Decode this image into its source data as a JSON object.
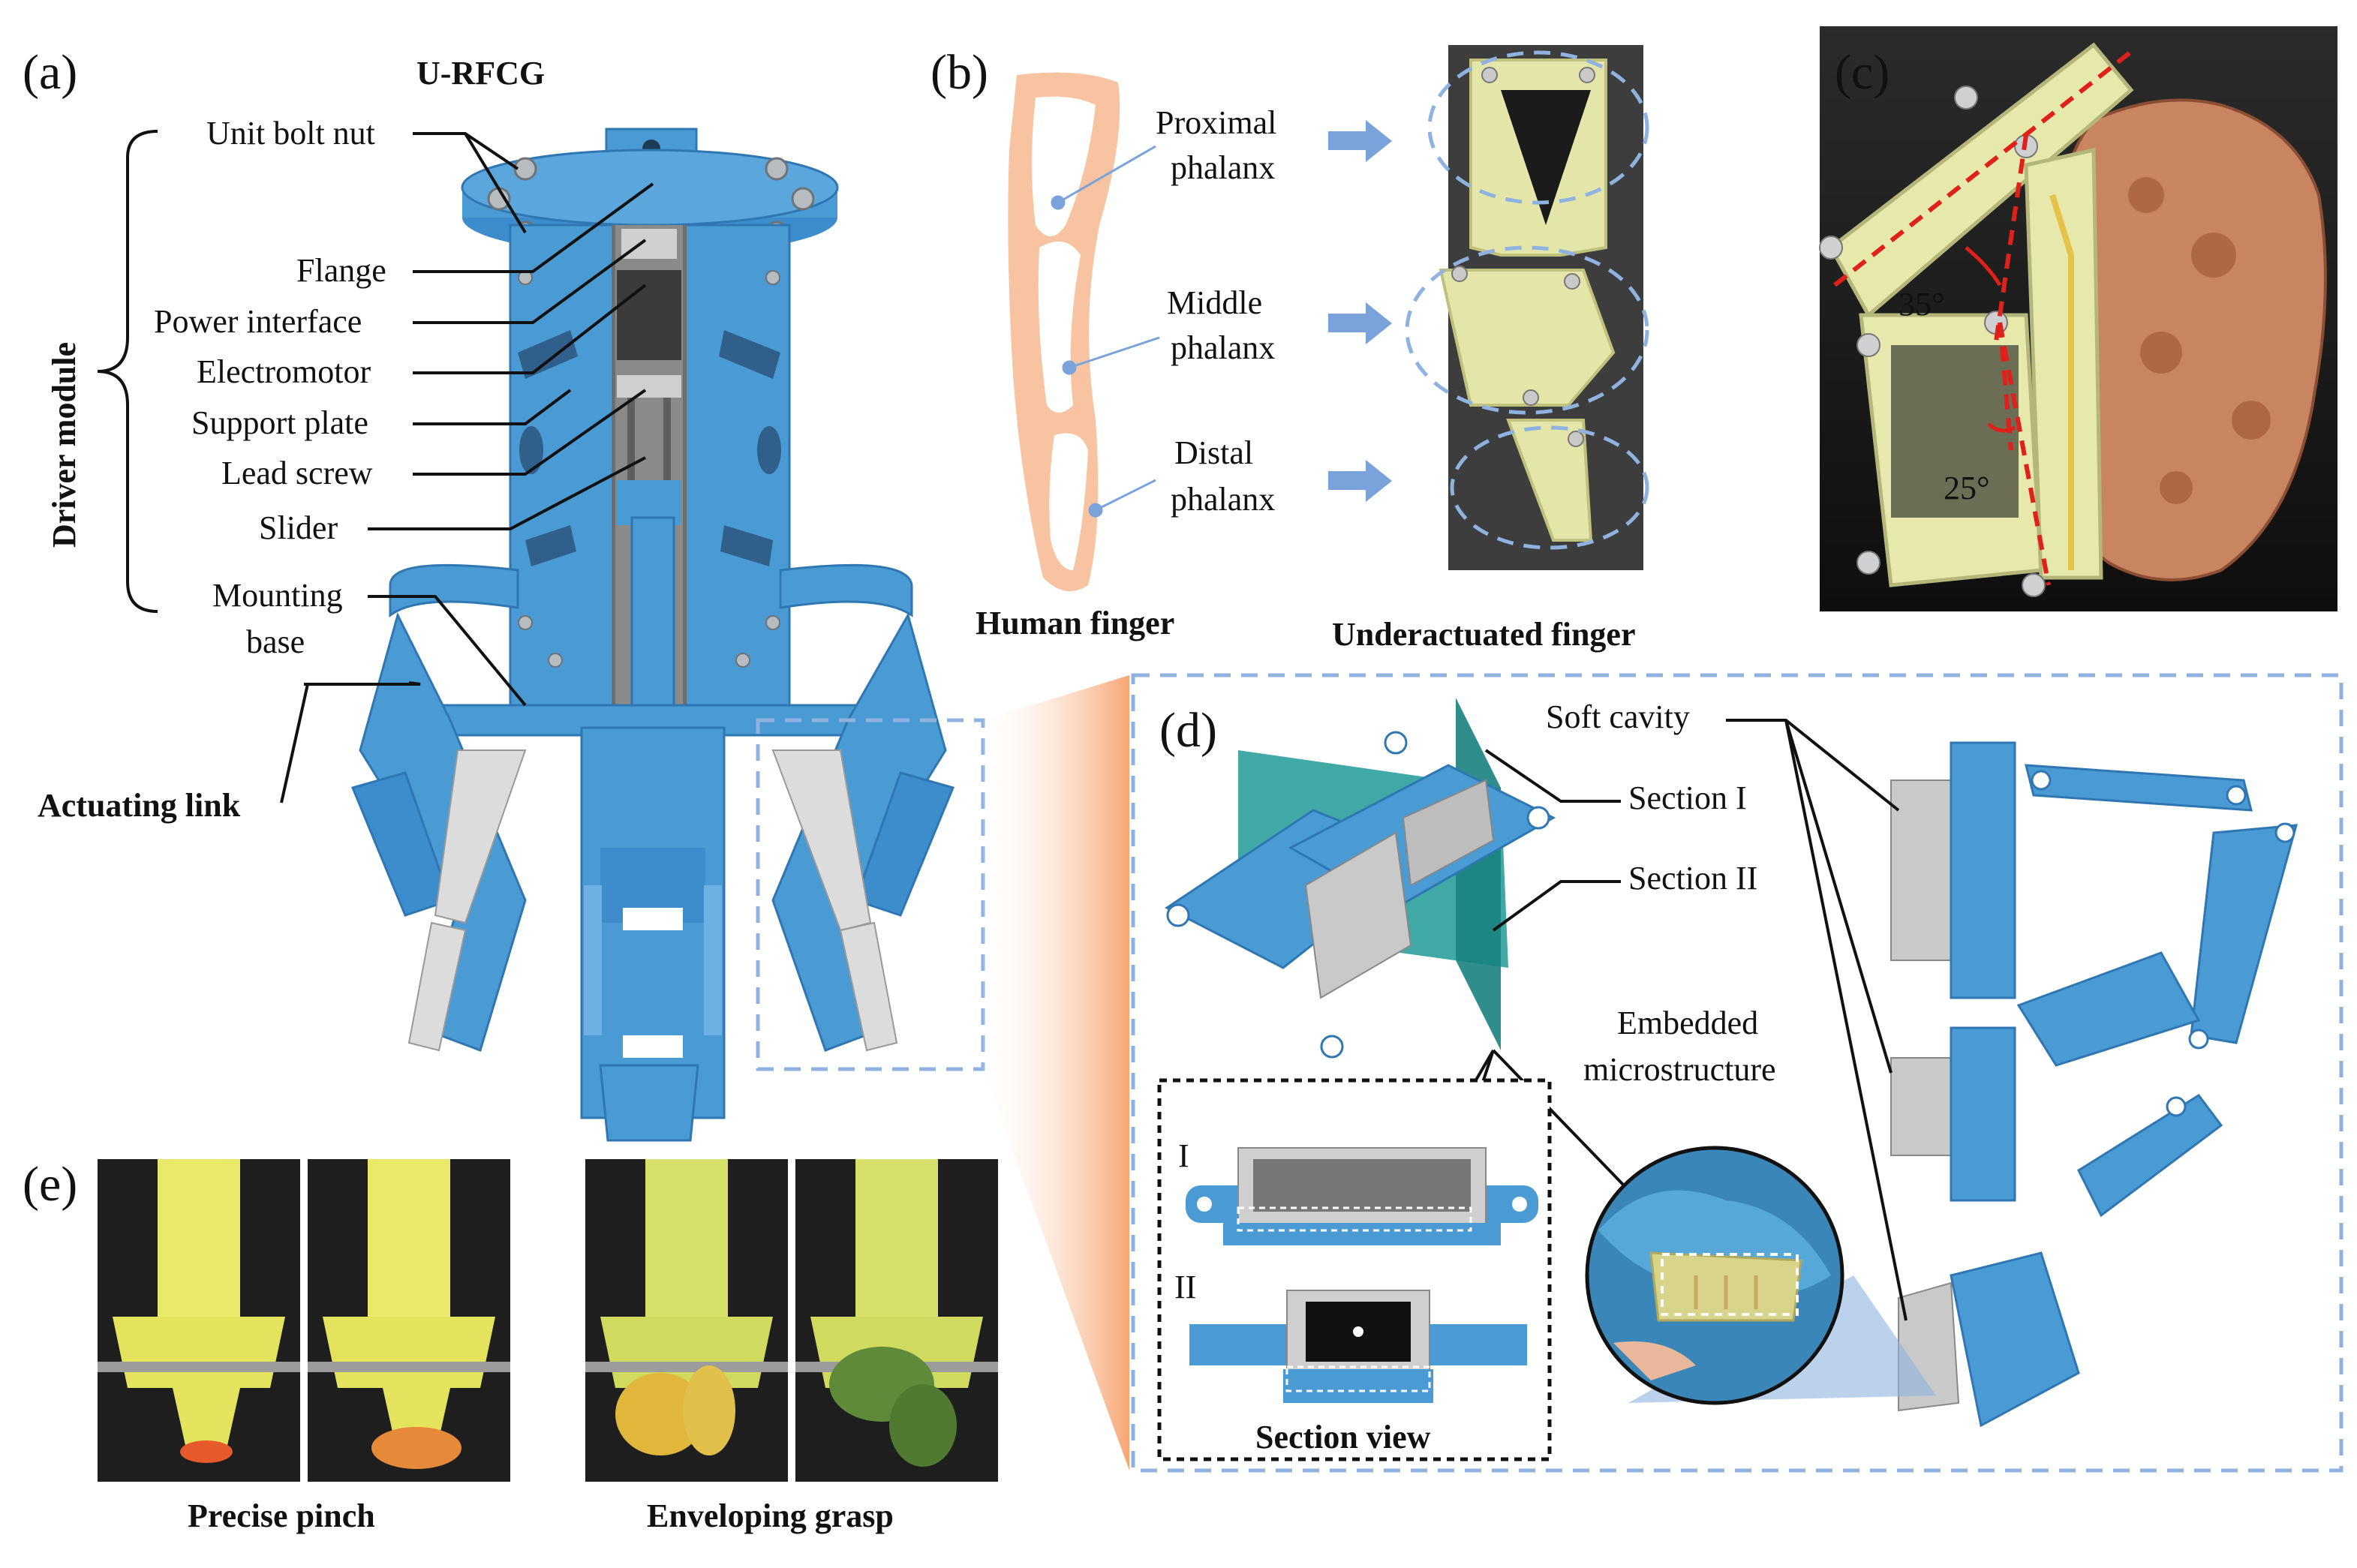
{
  "panel_a": {
    "tag": "(a)",
    "title": "U-RFCG",
    "group_label": "Driver module",
    "labels": {
      "unit_bolt_nut": "Unit bolt nut",
      "flange": "Flange",
      "power_interface": "Power interface",
      "electromotor": "Electromotor",
      "support_plate": "Support plate",
      "lead_screw": "Lead screw",
      "slider": "Slider",
      "mounting_base_1": "Mounting",
      "mounting_base_2": "base",
      "actuating_link": "Actuating link"
    }
  },
  "panel_b": {
    "tag": "(b)",
    "labels": {
      "proximal_1": "Proximal",
      "proximal_2": "phalanx",
      "middle_1": "Middle",
      "middle_2": "phalanx",
      "distal_1": "Distal",
      "distal_2": "phalanx"
    },
    "caption_human": "Human finger",
    "caption_under": "Underactuated finger"
  },
  "panel_c": {
    "tag": "(c)",
    "angle_1": "35°",
    "angle_2": "25°"
  },
  "panel_d": {
    "tag": "(d)",
    "labels": {
      "soft_cavity": "Soft cavity",
      "section_1": "Section  I",
      "section_2": "Section  II",
      "embedded_1": "Embedded",
      "embedded_2": "microstructure",
      "section_view": "Section view",
      "roman_1": "I",
      "roman_2": "II"
    }
  },
  "panel_e": {
    "tag": "(e)",
    "caption_pinch": "Precise pinch",
    "caption_envelop": "Enveloping grasp"
  },
  "colors": {
    "gripper_blue": "#4a9ad4",
    "dark_blue": "#2f77b3",
    "yellow_pla": "#e8eb9f",
    "dashed_box": "#8fb2e0",
    "angle_red": "#e0201a",
    "skin": "#f7c3a0"
  }
}
